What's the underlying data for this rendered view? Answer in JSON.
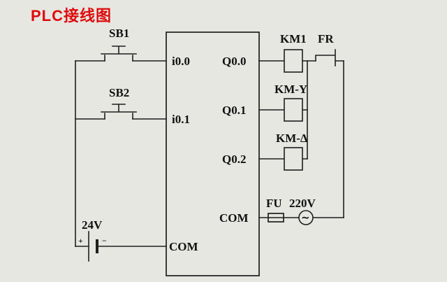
{
  "title": "PLC接线图",
  "colors": {
    "title": "#dd0b0b",
    "line": "#1f1f1f",
    "background": "#e7e7e2"
  },
  "plc": {
    "inputs": {
      "i0": "i0.0",
      "i1": "i0.1",
      "com": "COM"
    },
    "outputs": {
      "q0": "Q0.0",
      "q1": "Q0.1",
      "q2": "Q0.2",
      "com": "COM"
    }
  },
  "components": {
    "sb1": "SB1",
    "sb2": "SB2",
    "battery_voltage": "24V",
    "battery_plus": "+",
    "battery_minus": "−",
    "km1": "KM1",
    "fr": "FR",
    "km_y": "KM-Y",
    "km_delta": "KM-Δ",
    "fu": "FU",
    "ac_voltage": "220V",
    "ac_wave": "~"
  }
}
